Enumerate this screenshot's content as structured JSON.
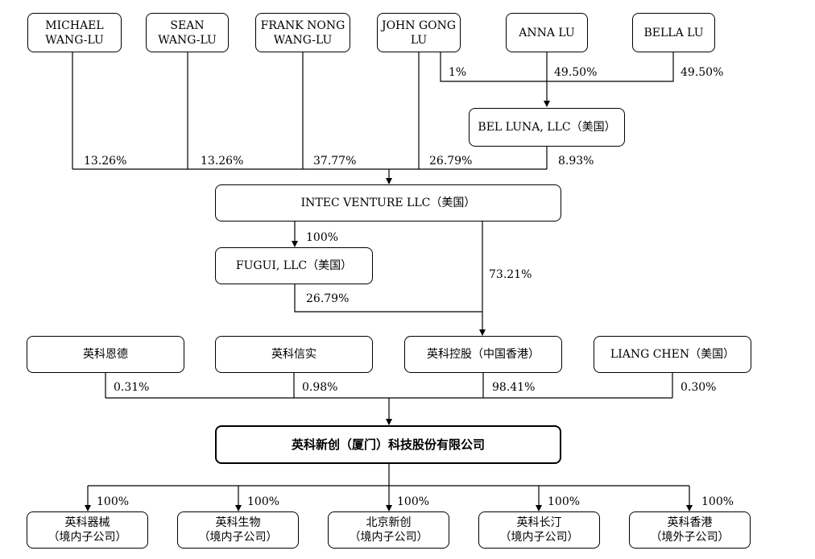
{
  "nodes": {
    "michael": {
      "l1": "MICHAEL",
      "l2": "WANG-LU"
    },
    "sean": {
      "l1": "SEAN",
      "l2": "WANG-LU"
    },
    "frank": {
      "l1": "FRANK NONG",
      "l2": "WANG-LU"
    },
    "john": {
      "l1": "JOHN GONG",
      "l2": "LU"
    },
    "anna": "ANNA LU",
    "bella": "BELLA LU",
    "bel_luna": "BEL LUNA, LLC（美国）",
    "intec": "INTEC VENTURE LLC（美国）",
    "fugui": "FUGUI, LLC（美国）",
    "enze": "英科恩德",
    "xinshi": "英科信实",
    "konggu": "英科控股（中国香港）",
    "liang": "LIANG CHEN（美国）",
    "main": "英科新创（厦门）科技股份有限公司",
    "sub1": {
      "l1": "英科器械",
      "l2": "（境内子公司）"
    },
    "sub2": {
      "l1": "英科生物",
      "l2": "（境内子公司）"
    },
    "sub3": {
      "l1": "北京新创",
      "l2": "（境内子公司）"
    },
    "sub4": {
      "l1": "英科长汀",
      "l2": "（境内子公司）"
    },
    "sub5": {
      "l1": "英科香港",
      "l2": "（境外子公司）"
    }
  },
  "percentages": {
    "john_bel": "1%",
    "anna_bel": "49.50%",
    "bella_bel": "49.50%",
    "michael_intec": "13.26%",
    "sean_intec": "13.26%",
    "frank_intec": "37.77%",
    "john_intec": "26.79%",
    "bel_intec": "8.93%",
    "intec_fugui": "100%",
    "fugui_konggu": "26.79%",
    "intec_konggu": "73.21%",
    "enze_main": "0.31%",
    "xinshi_main": "0.98%",
    "konggu_main": "98.41%",
    "liang_main": "0.30%",
    "main_sub1": "100%",
    "main_sub2": "100%",
    "main_sub3": "100%",
    "main_sub4": "100%",
    "main_sub5": "100%"
  }
}
